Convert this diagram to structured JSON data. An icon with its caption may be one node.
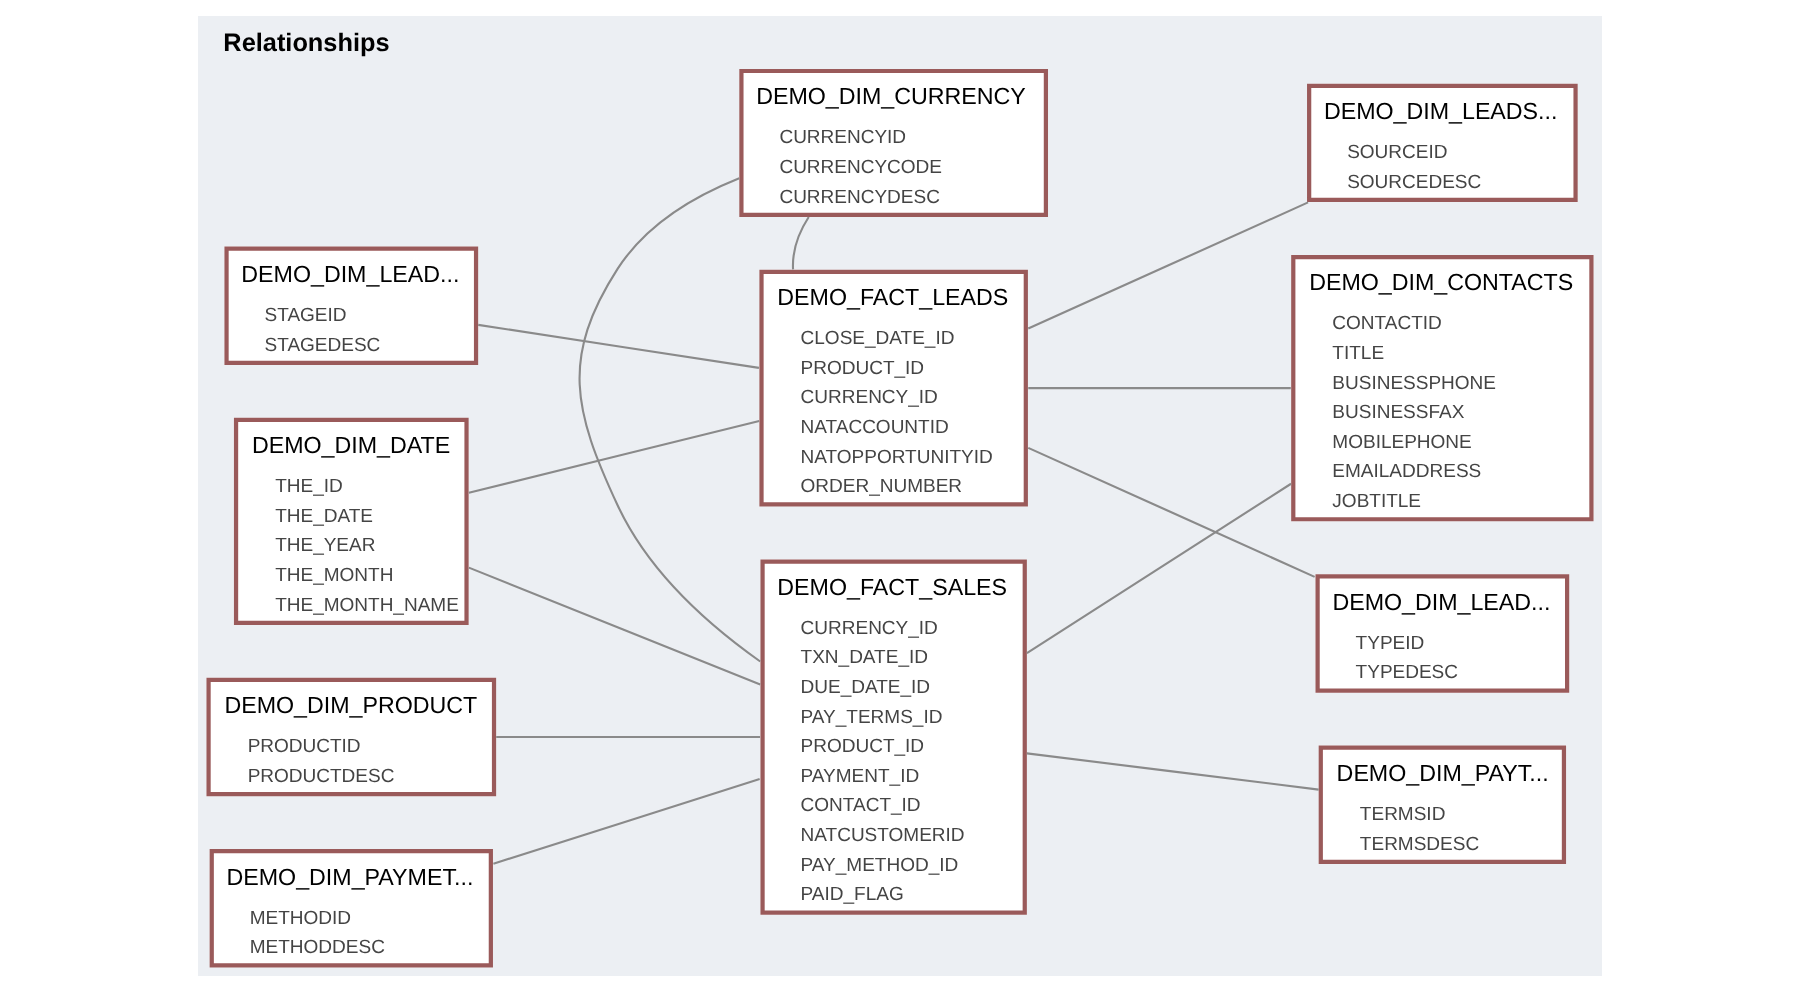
{
  "diagram": {
    "title": "Relationships",
    "nodes": [
      {
        "text": [
          "DEMO_DIM_LEAD...",
          "STAGEID",
          "STAGEDESC"
        ]
      },
      {
        "text": [
          "DEMO_DIM_CURRENCY",
          "CURRENCYID",
          "CURRENCYCODE",
          "CURRENCYDESC"
        ]
      },
      {
        "text": [
          "DEMO_DIM_LEADS...",
          "SOURCEID",
          "SOURCEDESC"
        ]
      },
      {
        "text": [
          "DEMO_DIM_DATE",
          "THE_ID",
          "THE_DATE",
          "THE_YEAR",
          "THE_MONTH",
          "THE_MONTH_NAME"
        ]
      },
      {
        "text": [
          "DEMO_FACT_LEADS",
          "CLOSE_DATE_ID",
          "PRODUCT_ID",
          "CURRENCY_ID",
          "NATACCOUNTID",
          "NATOPPORTUNITYID",
          "ORDER_NUMBER"
        ]
      },
      {
        "text": [
          "DEMO_DIM_CONTACTS",
          "CONTACTID",
          "TITLE",
          "BUSINESSPHONE",
          "BUSINESSFAX",
          "MOBILEPHONE",
          "EMAILADDRESS",
          "JOBTITLE"
        ]
      },
      {
        "text": [
          "DEMO_DIM_PRODUCT",
          "PRODUCTID",
          "PRODUCTDESC"
        ]
      },
      {
        "text": [
          "DEMO_FACT_SALES",
          "CURRENCY_ID",
          "TXN_DATE_ID",
          "DUE_DATE_ID",
          "PAY_TERMS_ID",
          "PRODUCT_ID",
          "PAYMENT_ID",
          "CONTACT_ID",
          "NATCUSTOMERID",
          "PAY_METHOD_ID",
          "PAID_FLAG"
        ]
      },
      {
        "text": [
          "DEMO_DIM_LEAD...",
          "TYPEID",
          "TYPEDESC"
        ]
      },
      {
        "text": [
          "DEMO_DIM_PAYMET...",
          "METHODID",
          "METHODDESC"
        ]
      },
      {
        "text": [
          "DEMO_DIM_PAYT...",
          "TERMSID",
          "TERMSDESC"
        ]
      }
    ],
    "edges": [
      {
        "from": 0,
        "to": 4,
        "arrow": "none"
      },
      {
        "from": 1,
        "to": 4,
        "arrow": "none"
      },
      {
        "from": 1,
        "to": 7,
        "arrow": "none"
      },
      {
        "from": 2,
        "to": 4,
        "arrow": "none"
      },
      {
        "from": 3,
        "to": 4,
        "arrow": "none"
      },
      {
        "from": 3,
        "to": 7,
        "arrow": "none"
      },
      {
        "from": 4,
        "to": 5,
        "arrow": "none"
      },
      {
        "from": 4,
        "to": 8,
        "arrow": "none"
      },
      {
        "from": 7,
        "to": 5,
        "arrow": "none"
      },
      {
        "from": 6,
        "to": 7,
        "arrow": "none"
      },
      {
        "from": 9,
        "to": 7,
        "arrow": "none"
      },
      {
        "from": 7,
        "to": 10,
        "arrow": "none"
      }
    ]
  }
}
